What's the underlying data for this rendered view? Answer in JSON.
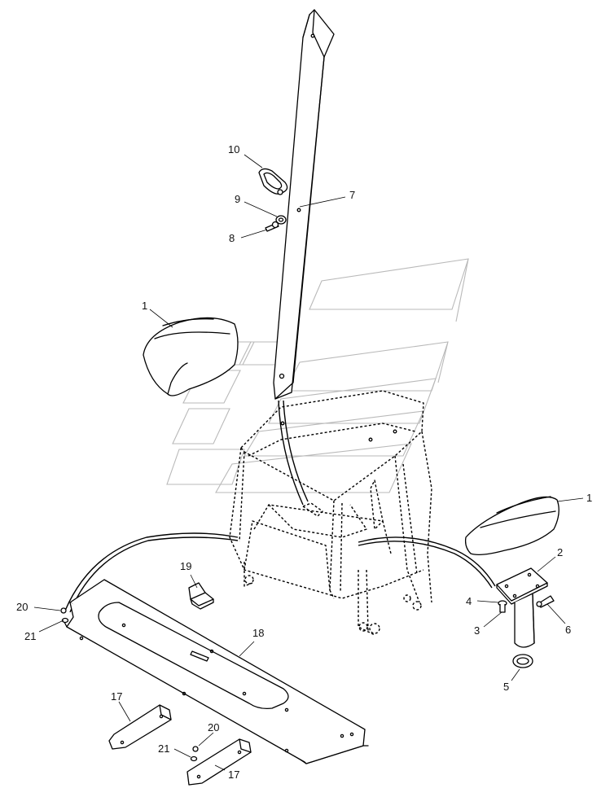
{
  "callouts": {
    "c10": "10",
    "c9": "9",
    "c8": "8",
    "c7": "7",
    "c1a": "1",
    "c1b": "1",
    "c2": "2",
    "c4": "4",
    "c3": "3",
    "c6": "6",
    "c5": "5",
    "c19": "19",
    "c18": "18",
    "c20a": "20",
    "c21a": "21",
    "c17a": "17",
    "c20b": "20",
    "c21b": "21",
    "c17b": "17"
  }
}
